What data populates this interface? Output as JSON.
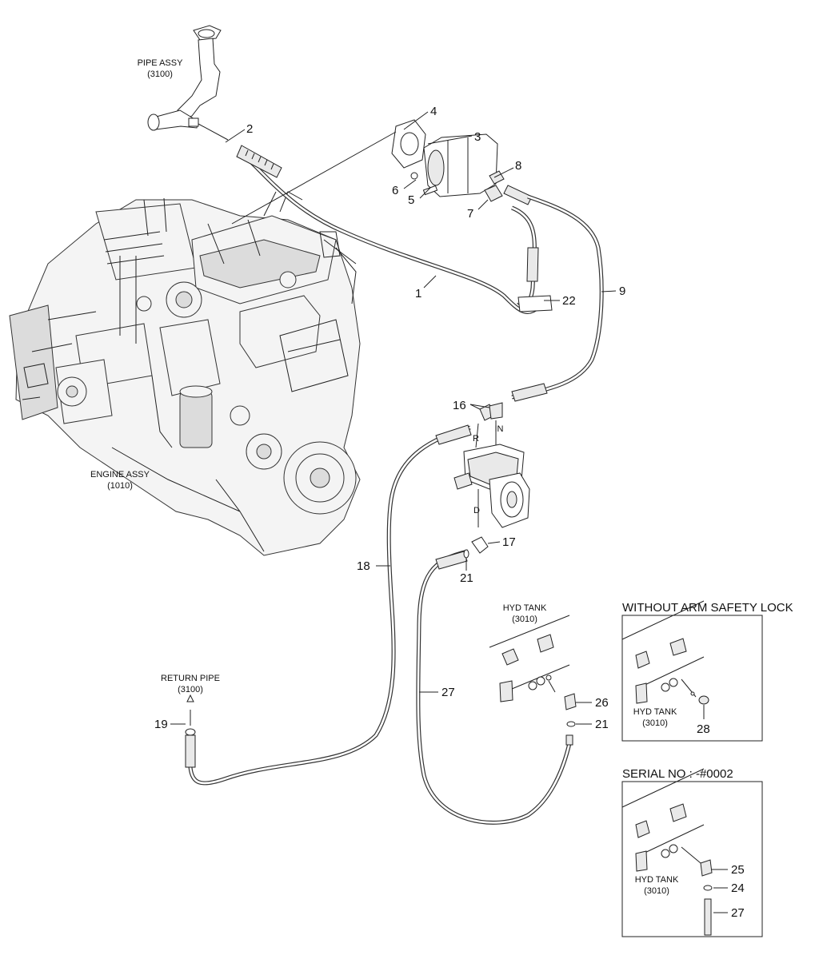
{
  "labels": {
    "pipe_assy": "PIPE ASSY",
    "pipe_assy_code": "(3100)",
    "engine_assy": "ENGINE ASSY",
    "engine_assy_code": "(1010)",
    "return_pipe": "RETURN PIPE",
    "return_pipe_code": "(3100)",
    "hyd_tank": "HYD TANK",
    "hyd_tank_code": "(3010)",
    "port_r": "R",
    "port_in": "IN",
    "port_d": "D"
  },
  "callouts": {
    "p1": "1",
    "p2": "2",
    "p3": "3",
    "p4": "4",
    "p5": "5",
    "p6": "6",
    "p7": "7",
    "p8": "8",
    "p9": "9",
    "p16": "16",
    "p17": "17",
    "p18": "18",
    "p19": "19",
    "p21a": "21",
    "p21b": "21",
    "p22": "22",
    "p26": "26",
    "p27": "27"
  },
  "inset_a": {
    "title": "WITHOUT ARM SAFETY LOCK",
    "tank_label": "HYD TANK",
    "tank_code": "(3010)",
    "p28": "28"
  },
  "inset_b": {
    "title": "SERIAL NO : -#0002",
    "tank_label": "HYD TANK",
    "tank_code": "(3010)",
    "p25": "25",
    "p24": "24",
    "p27": "27"
  }
}
